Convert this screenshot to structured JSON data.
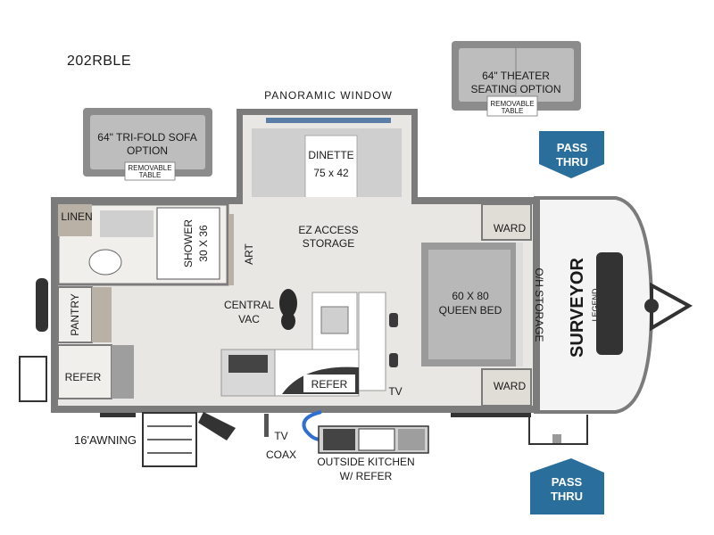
{
  "model": "202RBLE",
  "labels": {
    "panoramic_window": "PANORAMIC WINDOW",
    "tri_fold_sofa_1": "64\" TRI-FOLD SOFA",
    "tri_fold_sofa_2": "OPTION",
    "removable_table": "REMOVABLE",
    "removable_table_2": "TABLE",
    "theater_1": "64\" THEATER",
    "theater_2": "SEATING OPTION",
    "dinette_1": "DINETTE",
    "dinette_2": "75 x 42",
    "ez_access_1": "EZ ACCESS",
    "ez_access_2": "STORAGE",
    "linen": "LINEN",
    "shower_1": "SHOWER",
    "shower_2": "30 X 36",
    "art": "ART",
    "pantry": "PANTRY",
    "central_vac_1": "CENTRAL",
    "central_vac_2": "VAC",
    "refer_left": "REFER",
    "refer_island": "REFER",
    "tv_inside": "TV",
    "ward_top": "WARD",
    "ward_bottom": "WARD",
    "queen_bed_1": "60 X 80",
    "queen_bed_2": "QUEEN BED",
    "oh_storage": "O/H STORAGE",
    "awning": "16'AWNING",
    "tv_coax_1": "TV",
    "tv_coax_2": "COAX",
    "outside_kitchen_1": "OUTSIDE KITCHEN",
    "outside_kitchen_2": "W/ REFER",
    "pass_thru_1": "PASS",
    "pass_thru_2": "THRU",
    "brand": "SURVEYOR",
    "brand_sub": "LEGEND"
  },
  "colors": {
    "wall": "#7b7b7b",
    "floor": "#e9e7e3",
    "sofa": "#8c8c8c",
    "sofa_light": "#bdbdbd",
    "pass_thru": "#2a6e9c",
    "bed": "#9a9a9a",
    "hose": "#2f6fd0"
  }
}
